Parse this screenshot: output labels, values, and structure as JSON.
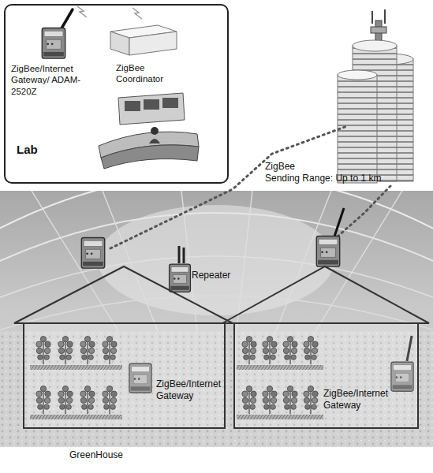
{
  "diagram": {
    "nodes": [
      {
        "text": [
          "Lab"
        ]
      },
      {
        "text": [
          "ZigBee/Internet Gateway/ ADAM-2520Z"
        ],
        "in": 0
      },
      {
        "text": [
          "ZigBee Coordinator"
        ],
        "in": 0
      },
      {
        "text": [
          "GreenHouse"
        ]
      },
      {
        "text": [
          "Repeater"
        ],
        "in": 3
      },
      {
        "text": [
          "ZigBee/Internet Gateway"
        ],
        "in": 3
      },
      {
        "text": [
          "ZigBee/Internet Gateway"
        ],
        "in": 3
      }
    ],
    "labels": [
      "ZigBee",
      "Sending Range: Up to 1 km"
    ]
  }
}
